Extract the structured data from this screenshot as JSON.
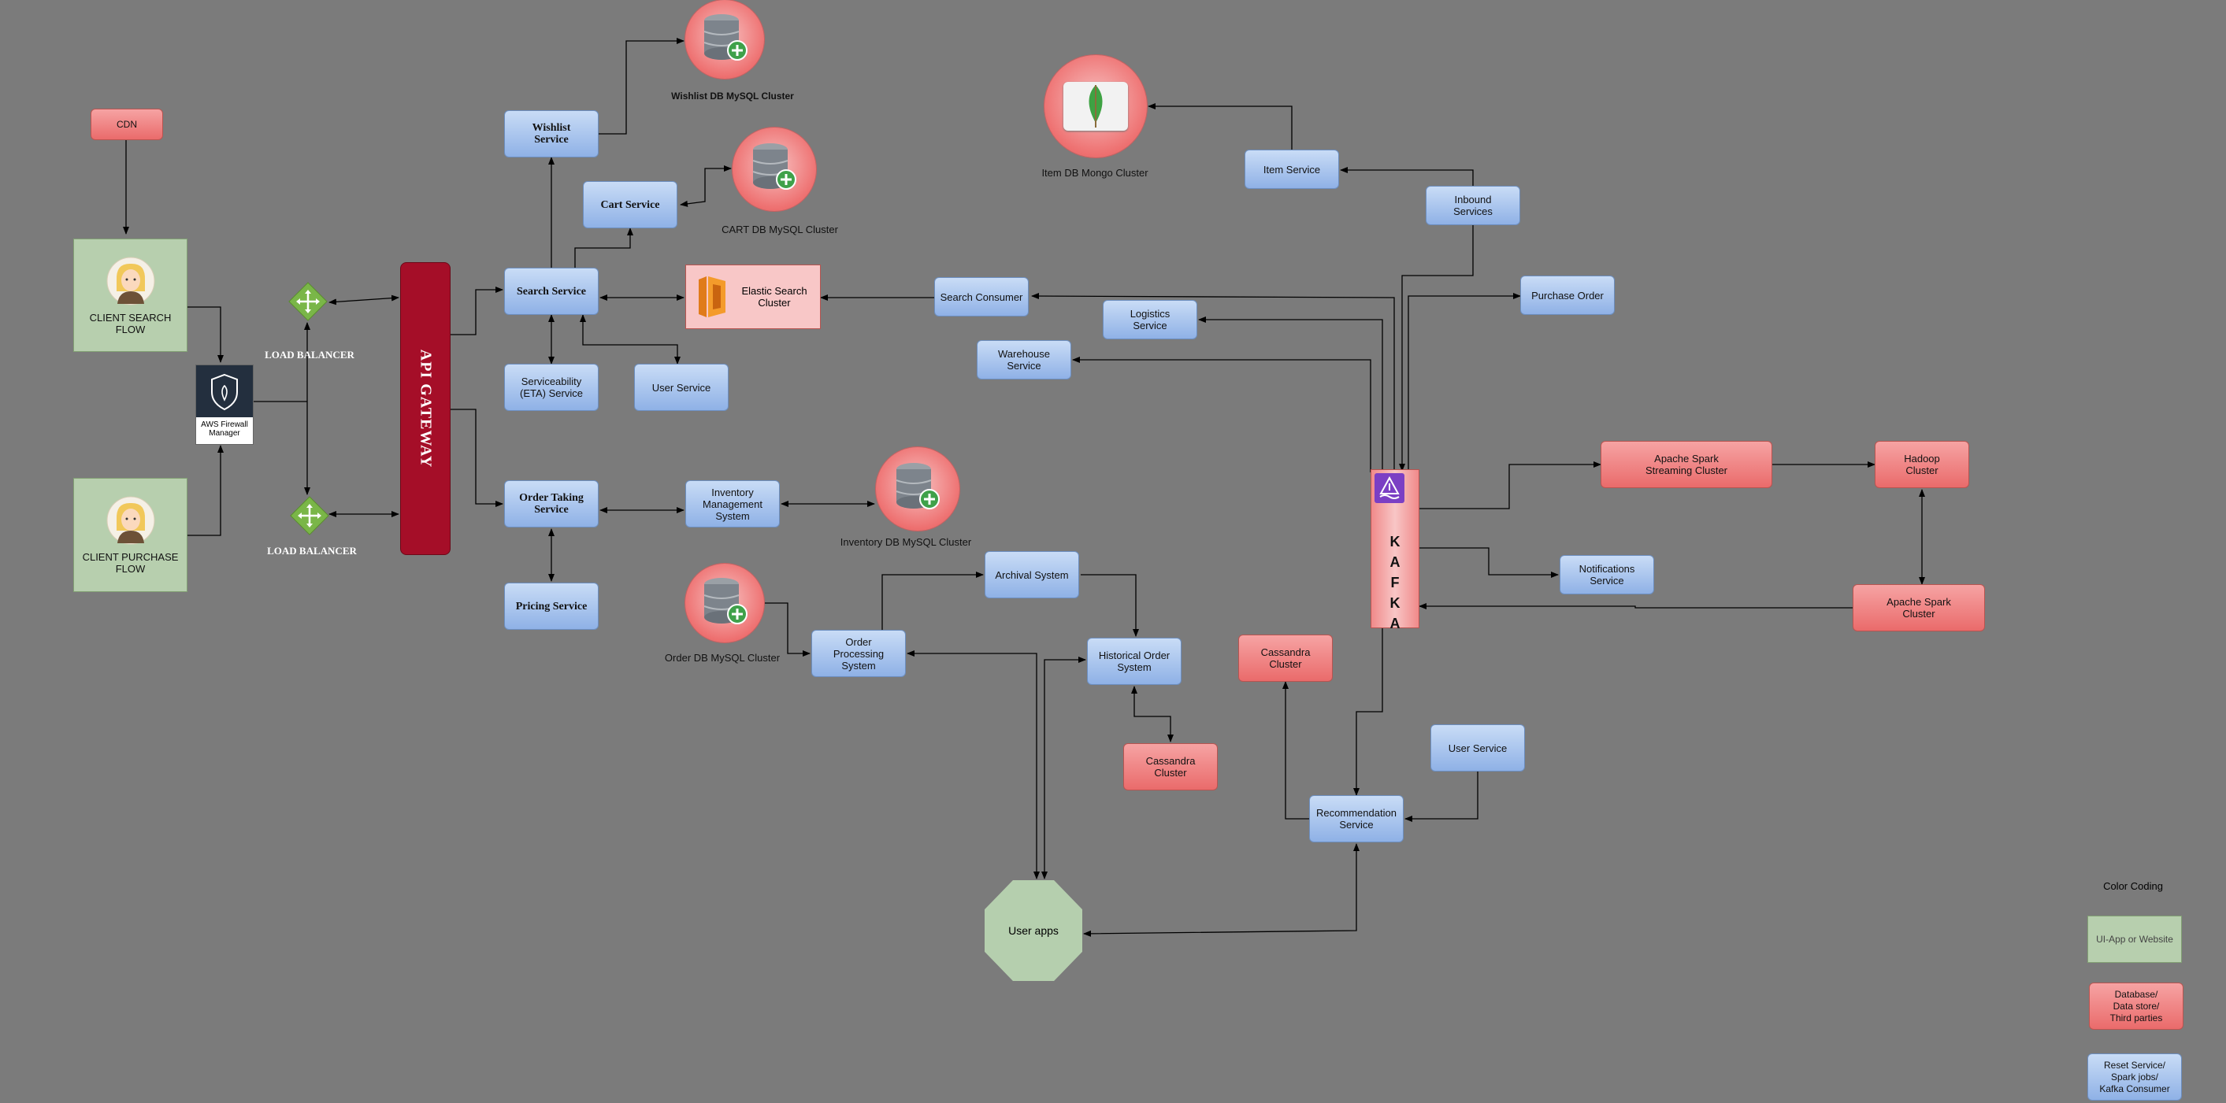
{
  "ui_apps": {
    "client_search": "CLIENT SEARCH\nFLOW",
    "client_purchase": "CLIENT PURCHASE\nFLOW",
    "user_apps": "User apps"
  },
  "edge": {
    "cdn": "CDN",
    "firewall": "AWS Firewall\nManager",
    "load_balancer_top": "LOAD BALANCER",
    "load_balancer_bottom": "LOAD BALANCER",
    "api_gateway": "API GATEWAY"
  },
  "services": {
    "wishlist": "Wishlist\nService",
    "cart": "Cart Service",
    "search": "Search Service",
    "serviceability": "Serviceability\n(ETA) Service",
    "user_service_search": "User Service",
    "order_taking": "Order Taking\nService",
    "inventory": "Inventory\nManagement\nSystem",
    "pricing": "Pricing Service",
    "order_processing": "Order\nProcessing\nSystem",
    "archival": "Archival System",
    "historical_order": "Historical Order\nSystem",
    "search_consumer": "Search Consumer",
    "logistics": "Logistics\nService",
    "warehouse": "Warehouse\nService",
    "item": "Item Service",
    "inbound": "Inbound\nServices",
    "purchase_order": "Purchase Order",
    "notifications": "Notifications\nService",
    "user_service_reco": "User Service",
    "recommendation": "Recommendation\nService"
  },
  "datastores": {
    "wishlist_db": "Wishlist DB MySQL Cluster",
    "cart_db": "CART DB MySQL Cluster",
    "inventory_db": "Inventory DB MySQL Cluster",
    "order_db": "Order DB MySQL Cluster",
    "item_db": "Item DB Mongo Cluster",
    "elastic": "Elastic Search\nCluster",
    "cassandra_hist": "Cassandra\nCluster",
    "cassandra_reco": "Cassandra\nCluster",
    "spark_streaming": "Apache Spark\nStreaming Cluster",
    "hadoop": "Hadoop\nCluster",
    "spark": "Apache Spark\nCluster",
    "kafka": "K\nA\nF\nK\nA"
  },
  "legend": {
    "title": "Color Coding",
    "ui": "UI-App or Website",
    "db": "Database/\nData store/\nThird parties",
    "svc": "Reset Service/\nSpark jobs/\nKafka Consumer"
  },
  "icons": {
    "db": "database-plus-icon",
    "mongo": "mongodb-leaf-icon",
    "elastic": "elasticsearch-icon",
    "kafka": "kafka-icon",
    "lb": "load-balancer-icon",
    "user": "user-avatar-icon",
    "firewall": "firewall-icon"
  },
  "colors": {
    "background": "#7b7b7b",
    "service": "#a9c4ee",
    "datastore": "#ee7b7b",
    "ui": "#b7cfae",
    "api_gateway": "#a50e28"
  }
}
